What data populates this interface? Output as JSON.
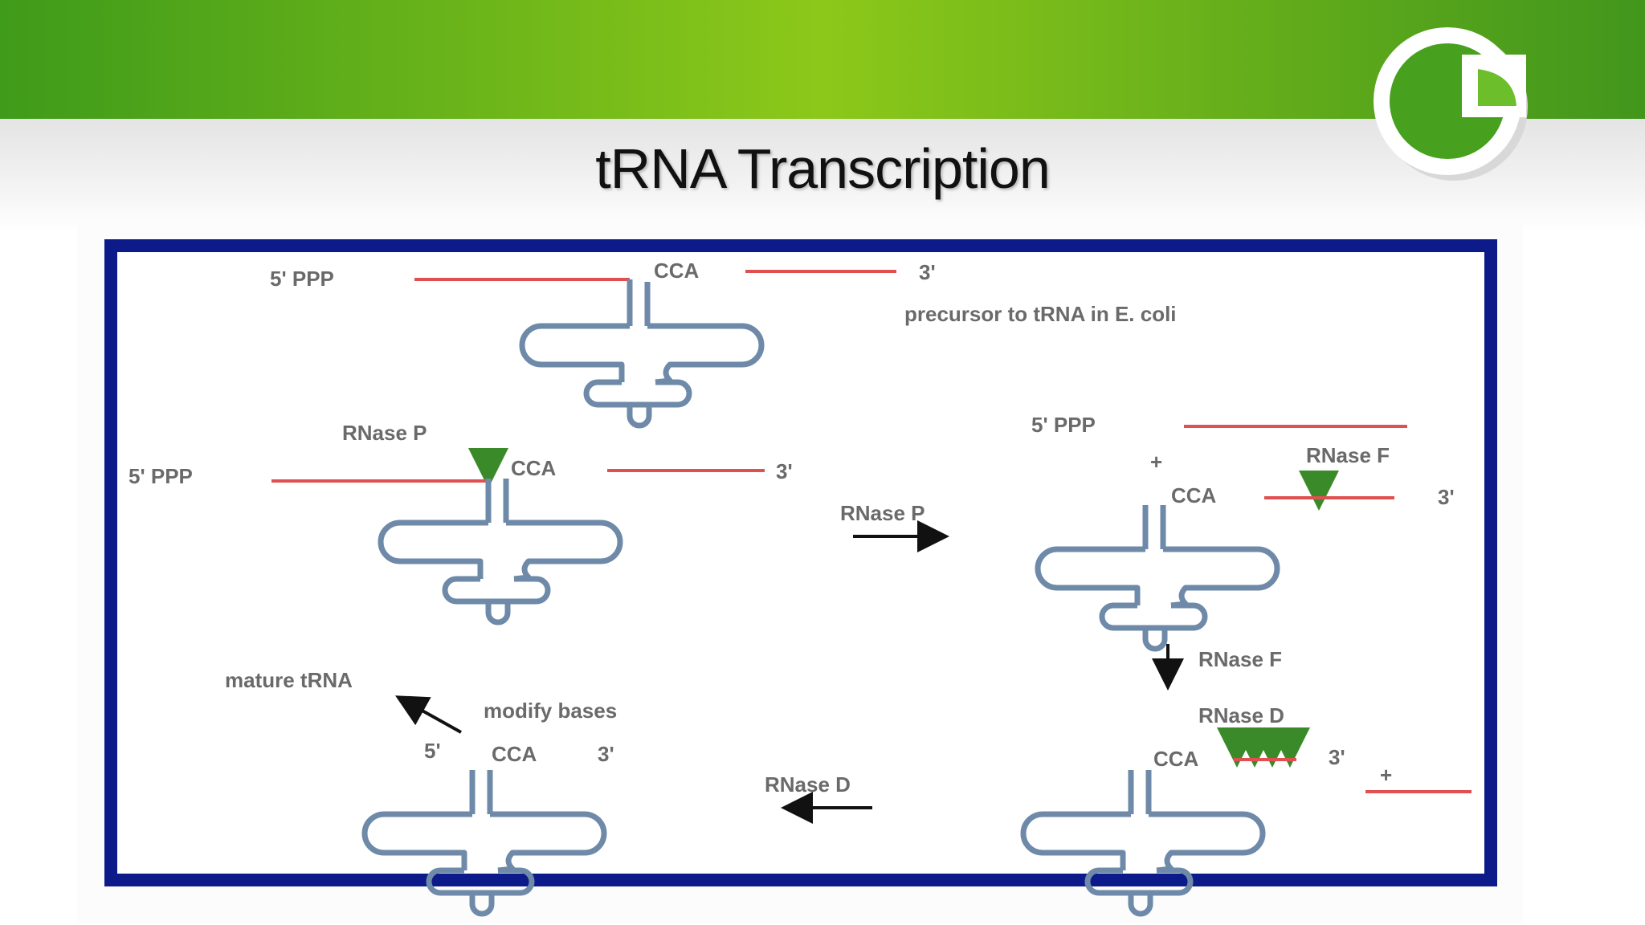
{
  "slide": {
    "title": "tRNA Transcription"
  },
  "labels": {
    "s1_5ppp": "5' PPP",
    "s1_cca": "CCA",
    "s1_3": "3'",
    "s1_caption": "precursor to tRNA in E. coli",
    "s2_rnasep": "RNase P",
    "s2_5ppp": "5' PPP",
    "s2_cca": "CCA",
    "s2_3": "3'",
    "step_rnasep": "RNase P",
    "s3_5ppp": "5' PPP",
    "s3_plus": "+",
    "s3_rnasef": "RNase F",
    "s3_cca": "CCA",
    "s3_3": "3'",
    "step_rnasef": "RNase F",
    "s4_rnased": "RNase D",
    "s4_cca": "CCA",
    "s4_3": "3'",
    "s4_plus": "+",
    "step_rnased": "RNase D",
    "mature": "mature tRNA",
    "modify": "modify bases",
    "s5_5": "5'",
    "s5_cca": "CCA",
    "s5_3": "3'"
  },
  "colors": {
    "header_green": "#8cc81a",
    "frame_blue": "#0d1a8a",
    "trna_stroke": "#6e8aa8",
    "rna_line": "#e05050",
    "enzyme_arrow": "#3a8a2a"
  }
}
